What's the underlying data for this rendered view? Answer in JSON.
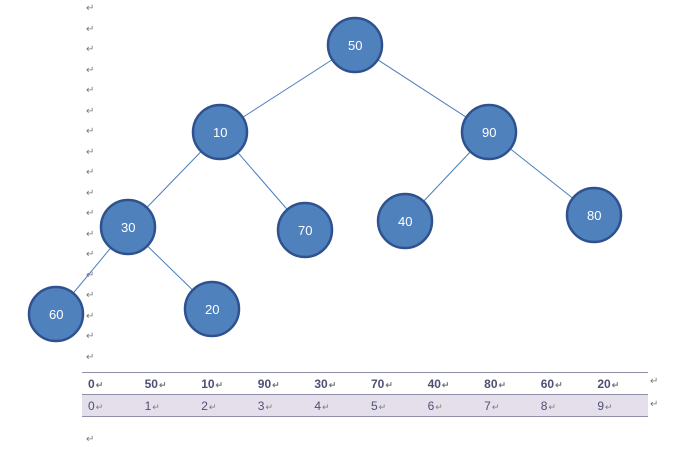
{
  "tree": {
    "nodes": [
      "50",
      "10",
      "90",
      "30",
      "70",
      "40",
      "80",
      "60",
      "20"
    ]
  },
  "table": {
    "values": [
      "0",
      "50",
      "10",
      "90",
      "30",
      "70",
      "40",
      "80",
      "60",
      "20"
    ],
    "indices": [
      "0",
      "1",
      "2",
      "3",
      "4",
      "5",
      "6",
      "7",
      "8",
      "9"
    ]
  },
  "colors": {
    "node_fill": "#4f81bd",
    "node_stroke": "#2f528f",
    "edge": "#4a7ebb",
    "index_row_bg": "#e5dfec"
  },
  "paragraph_mark": "↵"
}
